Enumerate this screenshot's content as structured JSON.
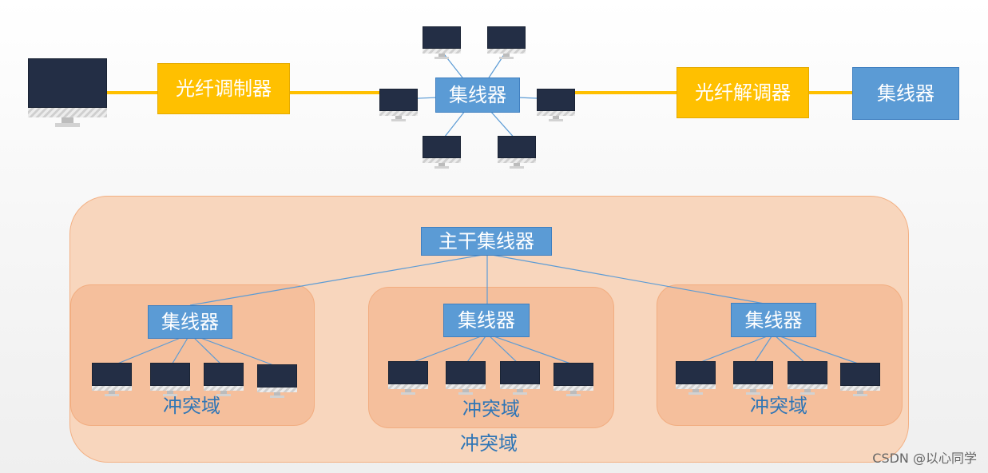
{
  "top_chain": {
    "modulator": "光纤调制器",
    "hub": "集线器",
    "demodulator": "光纤解调器",
    "remote_hub": "集线器"
  },
  "hierarchy": {
    "backbone_hub": "主干集线器",
    "domains": [
      {
        "hub": "集线器",
        "label": "冲突域"
      },
      {
        "hub": "集线器",
        "label": "冲突域"
      },
      {
        "hub": "集线器",
        "label": "冲突域"
      }
    ],
    "outer_label": "冲突域"
  },
  "colors": {
    "box_blue": "#5b9bd5",
    "box_yellow": "#ffc000",
    "cable_yellow": "#ffc000",
    "link_blue": "#5b9bd5",
    "outer_region": "#f8d6bd",
    "inner_region": "#f5bf9c",
    "label_blue": "#2e75b6",
    "monitor_screen": "#232e45"
  },
  "watermark": "CSDN @以心同学"
}
